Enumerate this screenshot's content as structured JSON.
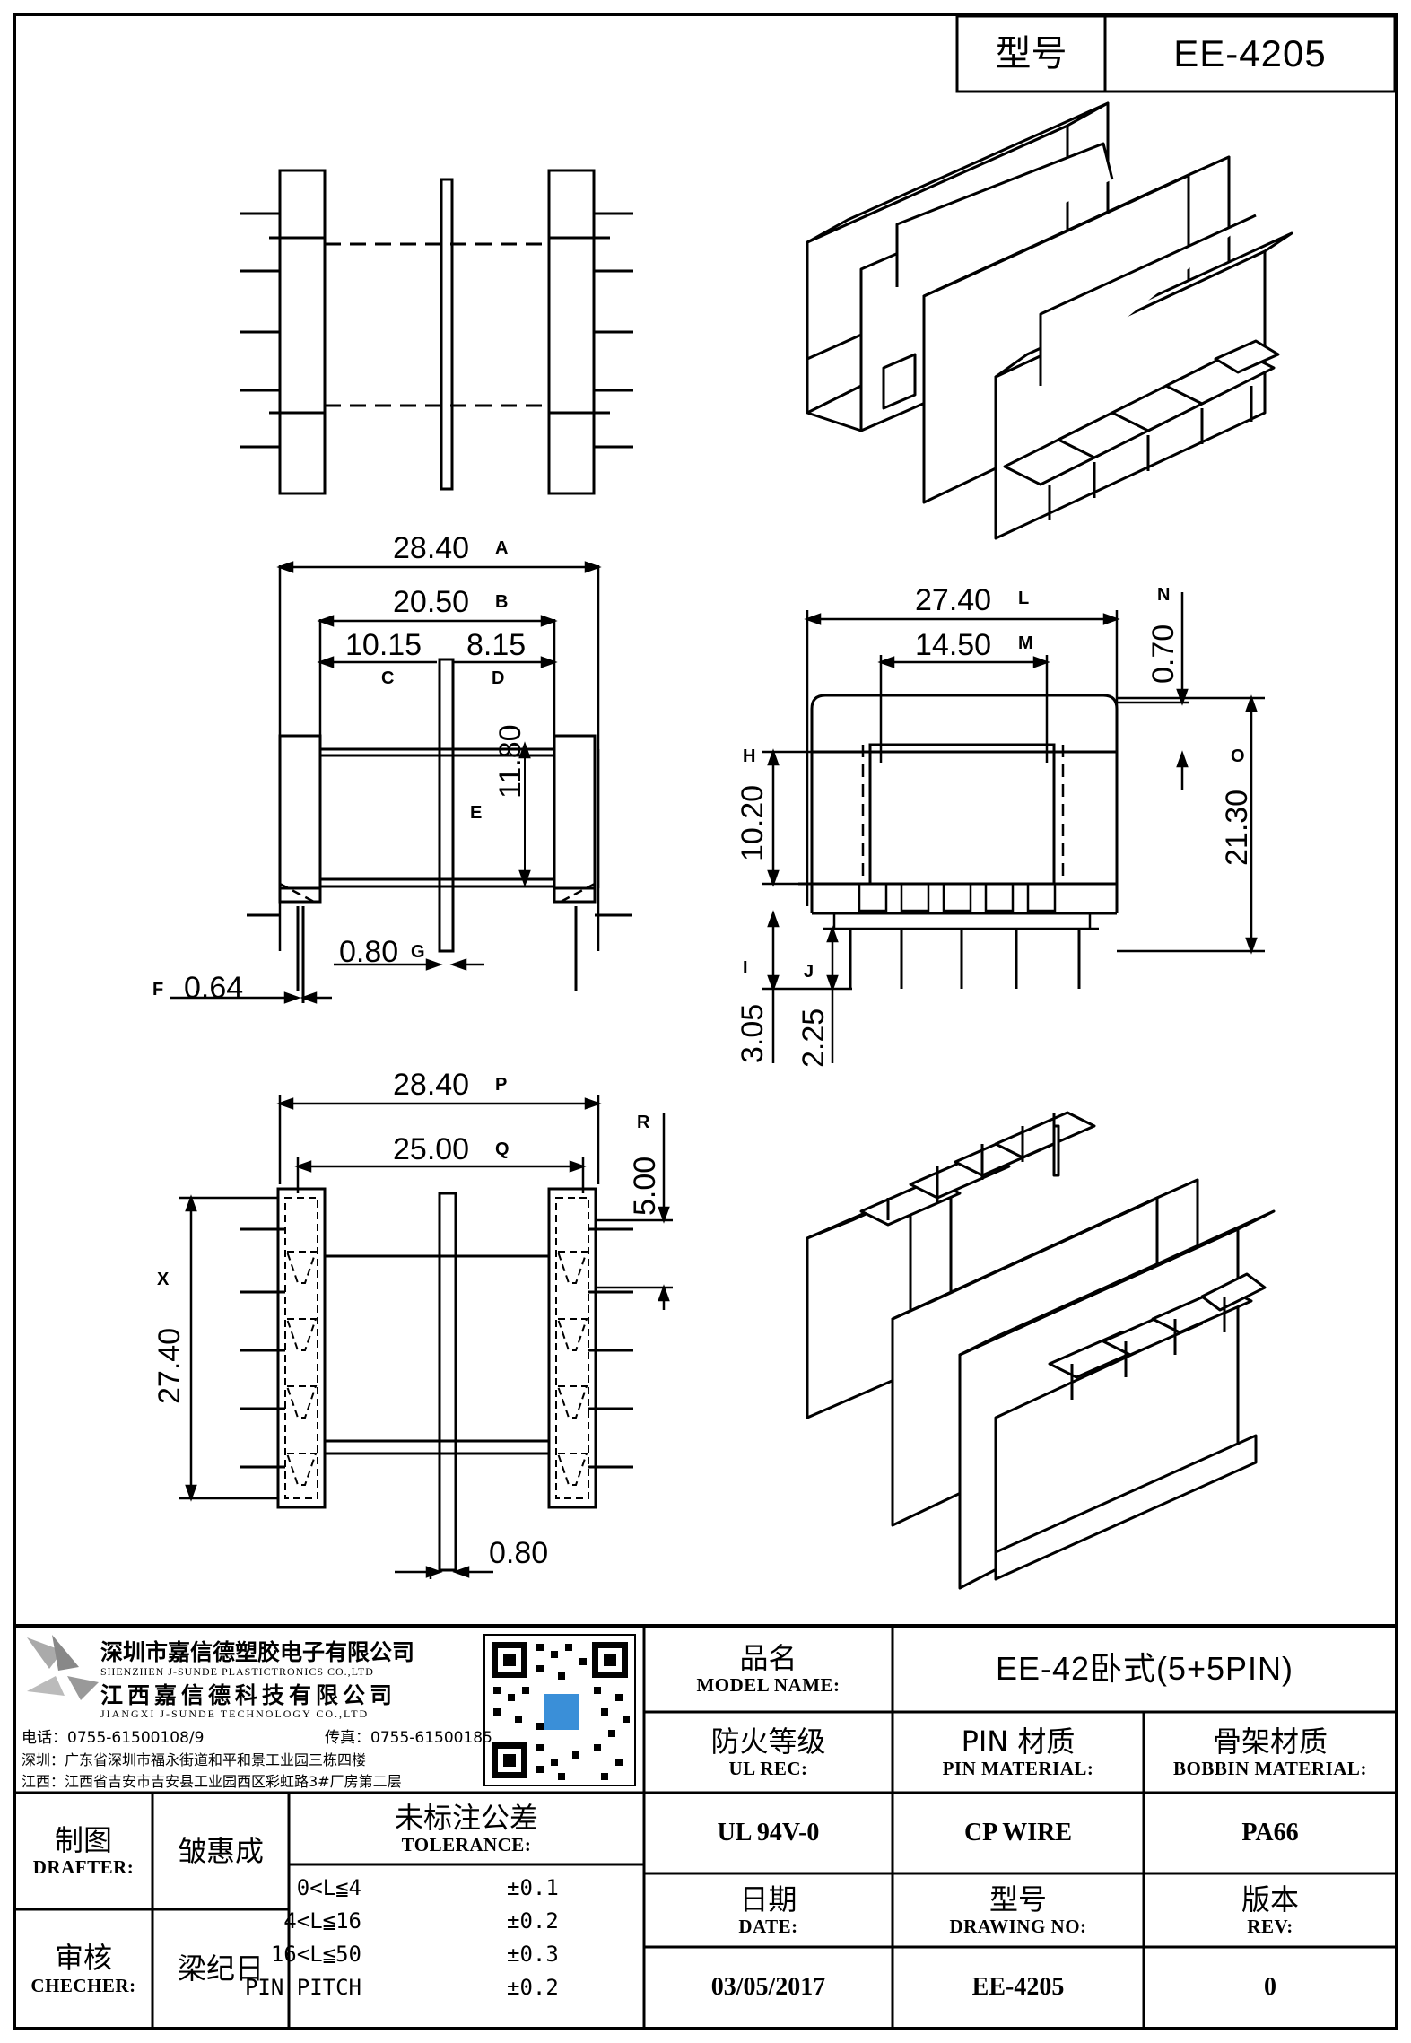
{
  "header": {
    "model_label": "型号",
    "model_value": "EE-4205"
  },
  "dimensions": [
    {
      "id": "A",
      "value": "28.40"
    },
    {
      "id": "B",
      "value": "20.50"
    },
    {
      "id": "C",
      "value": "10.15"
    },
    {
      "id": "D",
      "value": "8.15"
    },
    {
      "id": "E",
      "value": "11.80"
    },
    {
      "id": "F",
      "value": "0.64"
    },
    {
      "id": "G",
      "value": "0.80"
    },
    {
      "id": "H",
      "value": "10.20"
    },
    {
      "id": "I",
      "value": "3.05"
    },
    {
      "id": "J",
      "value": "2.25"
    },
    {
      "id": "L",
      "value": "27.40"
    },
    {
      "id": "M",
      "value": "14.50"
    },
    {
      "id": "N",
      "value": "0.70"
    },
    {
      "id": "O",
      "value": "21.30"
    },
    {
      "id": "P",
      "value": "28.40"
    },
    {
      "id": "Q",
      "value": "25.00"
    },
    {
      "id": "R",
      "value": "5.00"
    },
    {
      "id": "X",
      "value": "27.40"
    },
    {
      "id": "",
      "value": "0.80"
    }
  ],
  "company": {
    "name_cn_1": "深圳市嘉信德塑胶电子有限公司",
    "name_en_1": "SHENZHEN J-SUNDE PLASTICTRONICS CO.,LTD",
    "name_cn_2": "江西嘉信德科技有限公司",
    "name_en_2": "JIANGXI J-SUNDE TECHNOLOGY CO.,LTD",
    "phone": "电话：0755-61500108/9",
    "fax": "传真：0755-61500185",
    "addr_sz": "深圳：广东省深圳市福永街道和平和景工业园三栋四楼",
    "addr_jx": "江西：江西省吉安市吉安县工业园西区彩虹路3#厂房第二层"
  },
  "title_block": {
    "model_name_cn": "品名",
    "model_name_en": "MODEL NAME:",
    "model_name_value": "EE-42卧式(5+5PIN)",
    "ul_cn": "防火等级",
    "ul_en": "UL REC:",
    "ul_value": "UL 94V-0",
    "pin_cn": "PIN 材质",
    "pin_en": "PIN MATERIAL:",
    "pin_value": "CP WIRE",
    "bobbin_cn": "骨架材质",
    "bobbin_en": "BOBBIN MATERIAL:",
    "bobbin_value": "PA66",
    "drafter_cn": "制图",
    "drafter_en": "DRAFTER:",
    "drafter_name": "皱惠成",
    "checker_cn": "审核",
    "checker_en": "CHECHER:",
    "checker_name": "梁纪日",
    "tolerance_cn": "未标注公差",
    "tolerance_en": "TOLERANCE:",
    "tolerances": [
      {
        "range": "0<L≦4",
        "tol": "±0.1"
      },
      {
        "range": "4<L≦16",
        "tol": "±0.2"
      },
      {
        "range": "16<L≦50",
        "tol": "±0.3"
      },
      {
        "range": "PIN PITCH",
        "tol": "±0.2"
      }
    ],
    "date_cn": "日期",
    "date_en": "DATE:",
    "date_value": "03/05/2017",
    "drawing_cn": "型号",
    "drawing_en": "DRAWING NO:",
    "drawing_value": "EE-4205",
    "rev_cn": "版本",
    "rev_en": "REV:",
    "rev_value": "0"
  }
}
